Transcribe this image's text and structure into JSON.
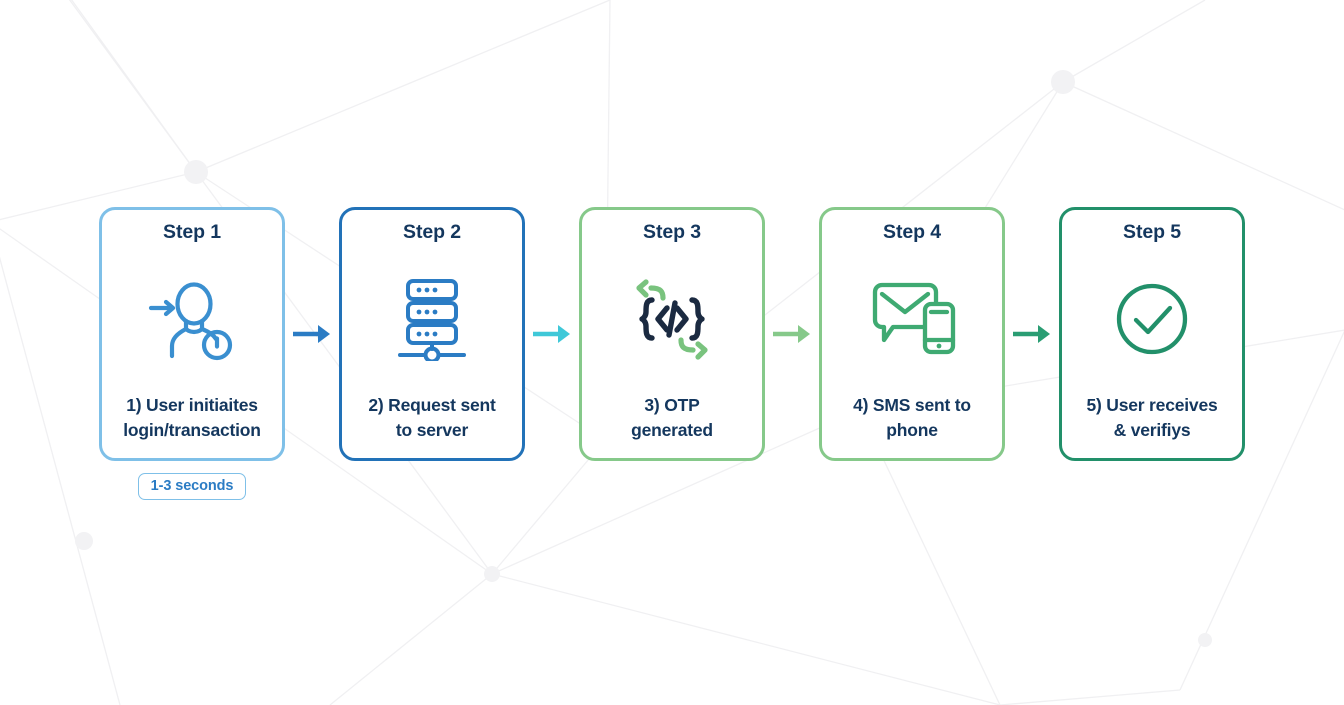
{
  "page": {
    "title": "OTP SMS verification flow",
    "background_color": "#ffffff",
    "text_color": "#14375e"
  },
  "flow": {
    "steps": [
      {
        "id": "step-1",
        "title": "Step 1",
        "caption_line1": "1) User initiaites",
        "caption_line2": "login/transaction",
        "icon_name": "user-login-icon",
        "border_color": "#7fc0e8",
        "icon_color": "#3a8fd0",
        "badge": "1-3 seconds"
      },
      {
        "id": "step-2",
        "title": "Step 2",
        "caption_line1": "2) Request sent",
        "caption_line2": "to server",
        "icon_name": "server-rack-icon",
        "border_color": "#2272b8",
        "icon_color": "#2b7cc4",
        "badge": ""
      },
      {
        "id": "step-3",
        "title": "Step 3",
        "caption_line1": "3) OTP",
        "caption_line2": "generated",
        "icon_name": "code-brackets-icon",
        "border_color": "#86c98a",
        "icon_color": "#1b2a41",
        "icon_accent_color": "#79c37e",
        "badge": ""
      },
      {
        "id": "step-4",
        "title": "Step 4",
        "caption_line1": "4) SMS sent to",
        "caption_line2": "phone",
        "icon_name": "sms-phone-icon",
        "border_color": "#86c98a",
        "icon_color": "#3faa72",
        "badge": ""
      },
      {
        "id": "step-5",
        "title": "Step 5",
        "caption_line1": "5) User receives",
        "caption_line2": "& verifiys",
        "icon_name": "check-circle-icon",
        "border_color": "#22906a",
        "icon_color": "#22906a",
        "badge": ""
      }
    ],
    "arrows": [
      {
        "id": "arrow-1-2",
        "name": "arrow-right-icon",
        "color": "#2b7cc4"
      },
      {
        "id": "arrow-2-3",
        "name": "arrow-right-icon",
        "color": "#3fc8d8"
      },
      {
        "id": "arrow-3-4",
        "name": "arrow-right-icon",
        "color": "#86c98a"
      },
      {
        "id": "arrow-4-5",
        "name": "arrow-right-icon",
        "color": "#2a9d73"
      }
    ]
  }
}
